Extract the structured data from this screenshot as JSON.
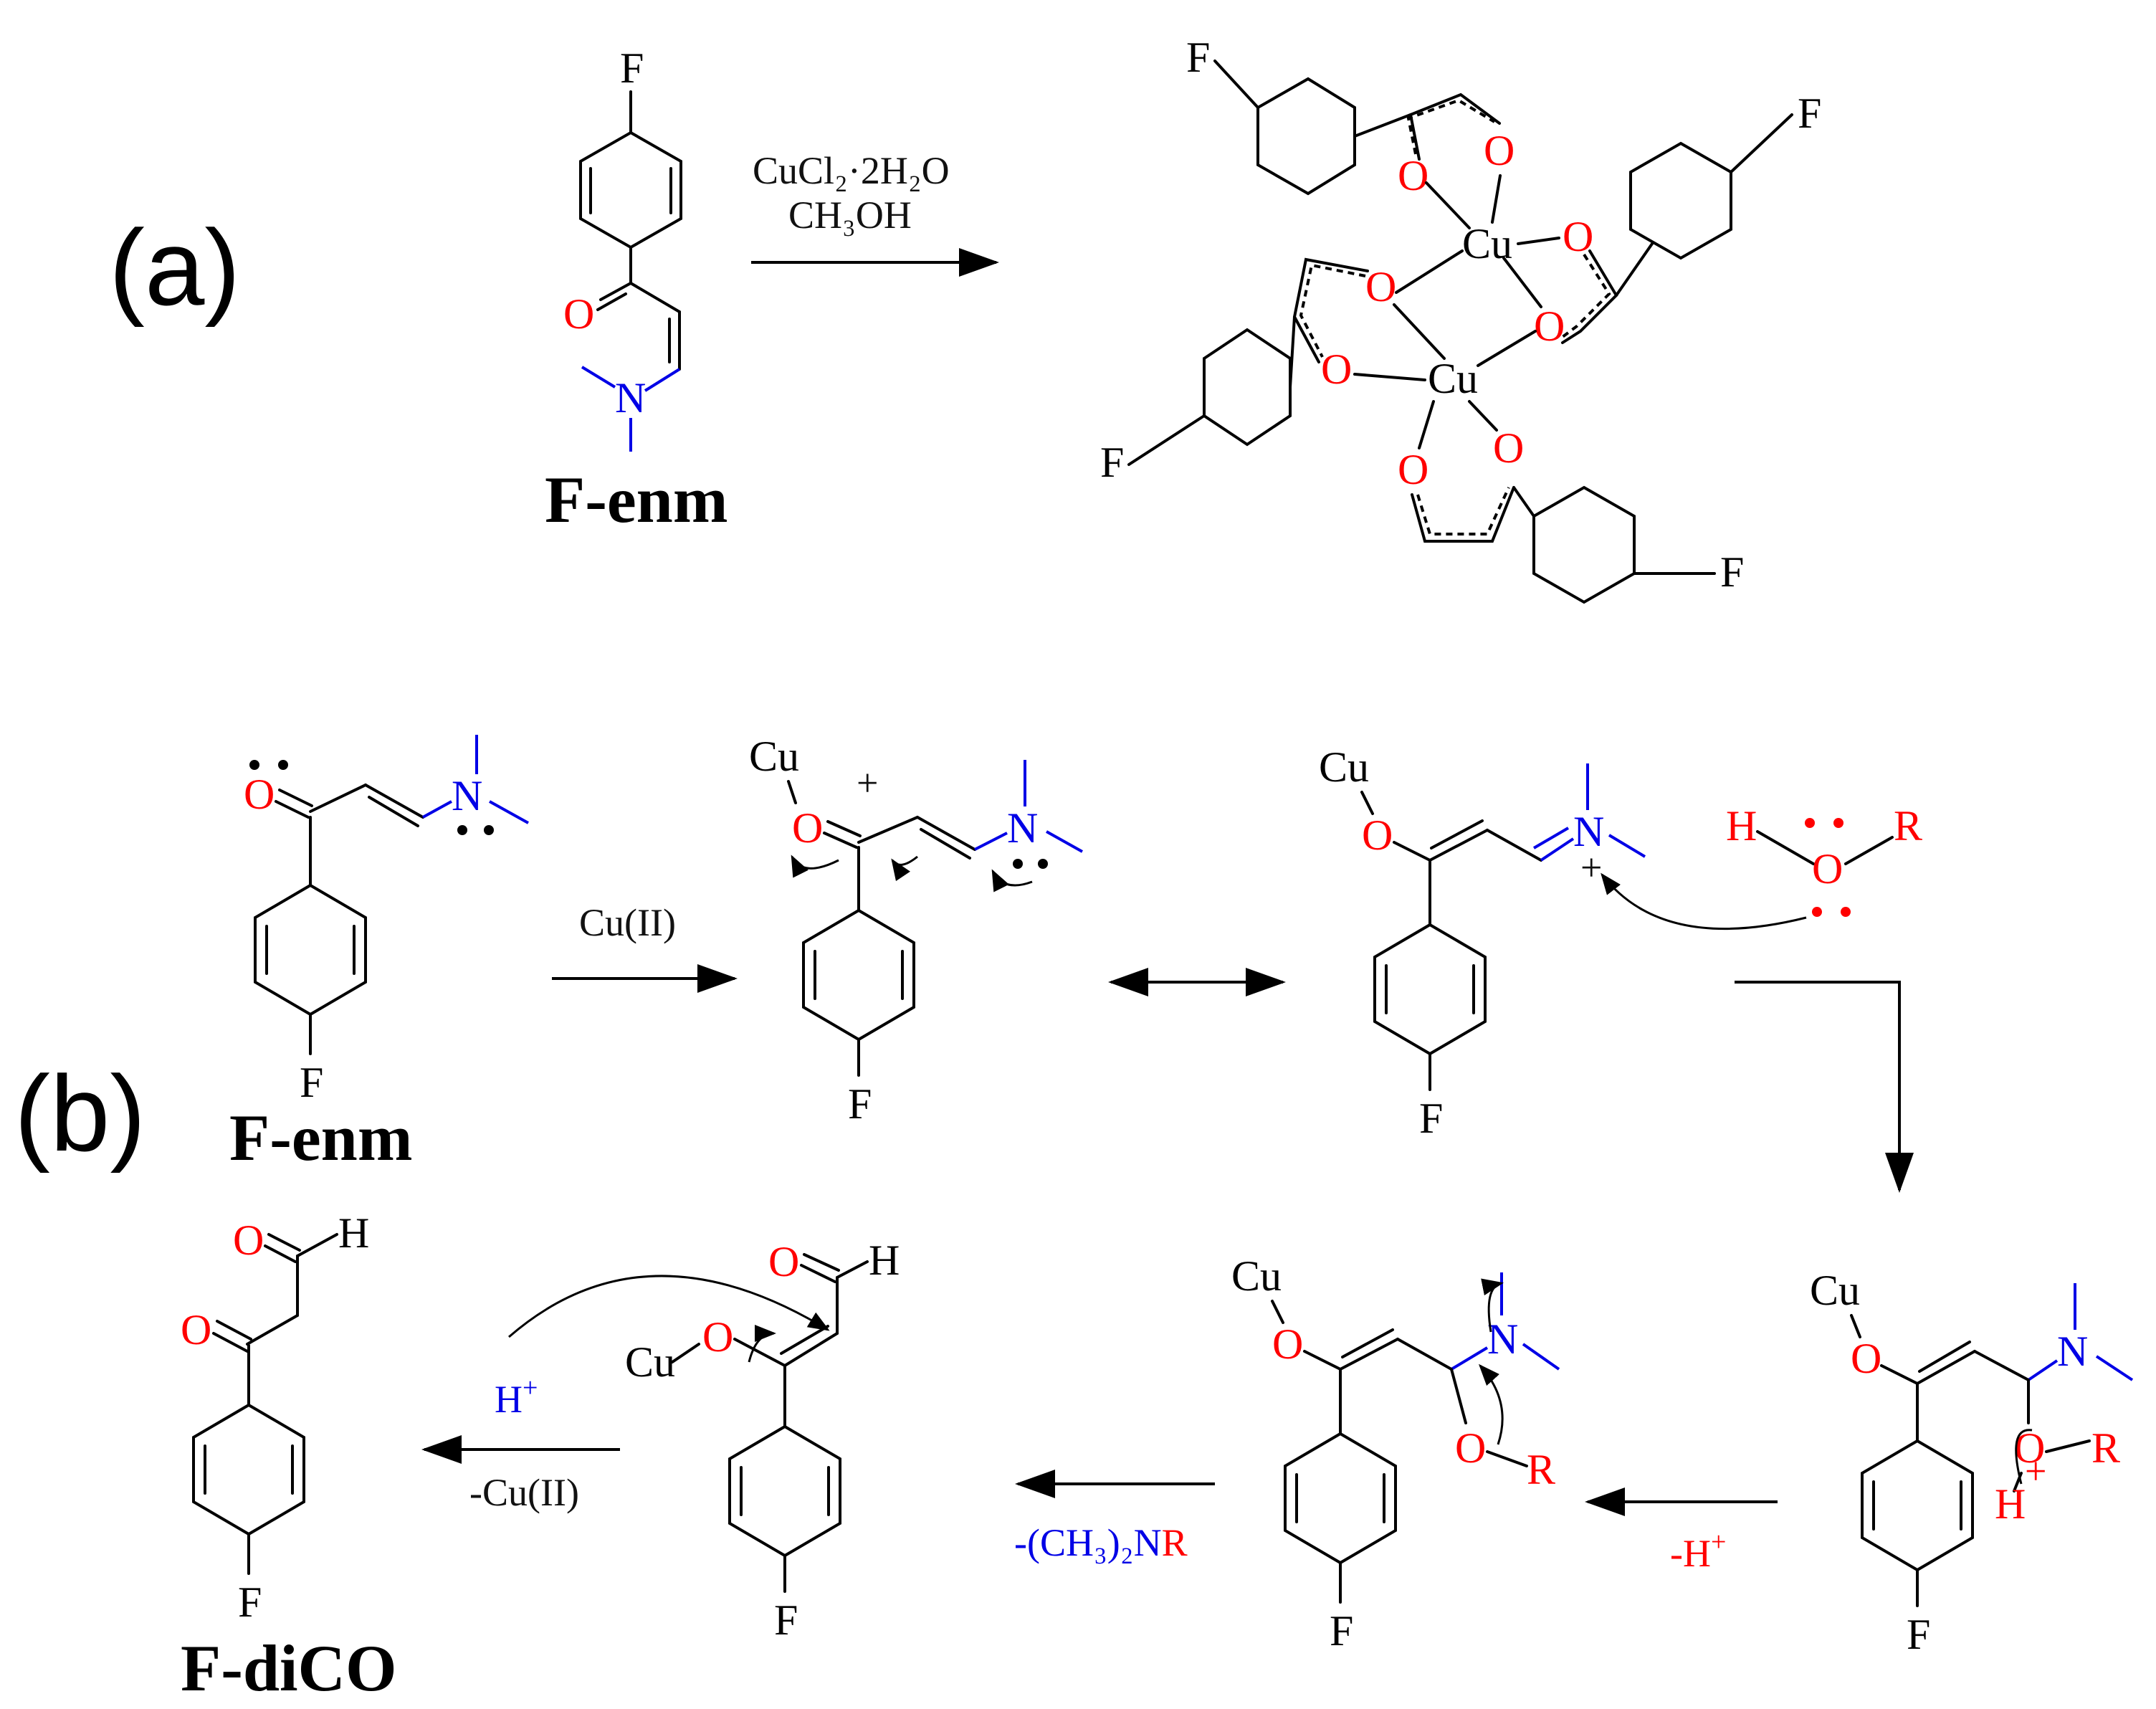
{
  "panels": {
    "a": "(a)",
    "b": "(b)"
  },
  "atoms": {
    "F": "F",
    "O": "O",
    "N": "N",
    "Cu": "Cu",
    "H": "H",
    "R": "R",
    "plus": "+"
  },
  "panel_a": {
    "reagents_line1": "CuCl₂·2H₂O",
    "reagents_line2": "CH₃OH",
    "reactant_name": "F-enm"
  },
  "panel_b": {
    "step1_reagent": "Cu(II)",
    "reactant_name": "F-enm",
    "product_name": "F-diCO",
    "step_minus_h": "-H",
    "step_amine": "-(CH₃)₂N",
    "step_amine_r": "R",
    "step_final_top": "H",
    "step_final_bottom": "-Cu(II)"
  },
  "colors": {
    "oxygen": "#ff0000",
    "nitrogen": "#0000e6",
    "bond": "#000000"
  }
}
